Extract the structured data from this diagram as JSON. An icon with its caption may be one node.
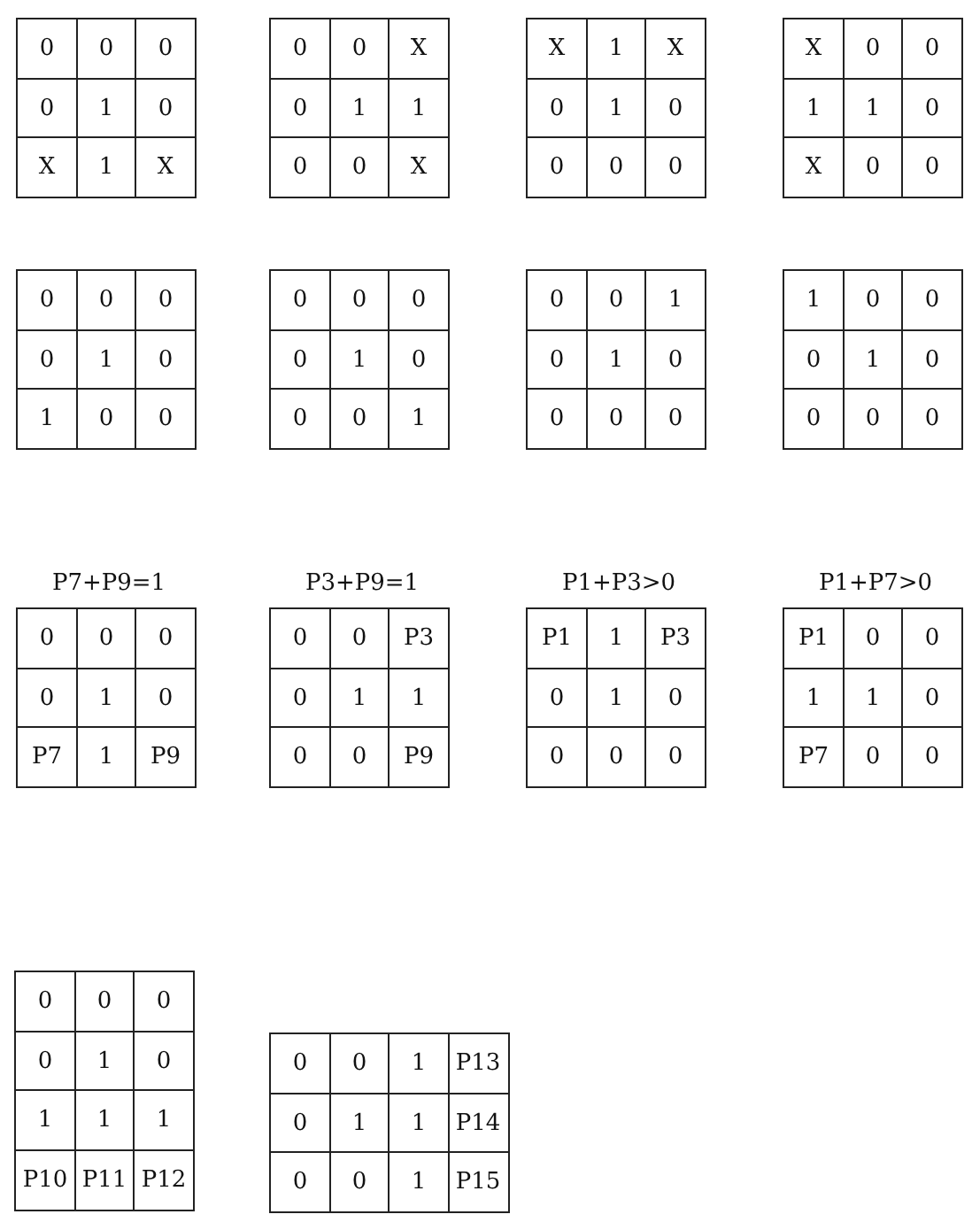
{
  "diagram": {
    "labels": [
      "0",
      "0",
      "0",
      "0",
      "1",
      "0",
      "X",
      "1",
      "X",
      "0",
      "0",
      "X",
      "0",
      "1",
      "1",
      "0",
      "0",
      "X",
      "X",
      "1",
      "X",
      "0",
      "1",
      "0",
      "0",
      "0",
      "0",
      "X",
      "0",
      "0",
      "1",
      "1",
      "0",
      "X",
      "0",
      "0",
      "0",
      "0",
      "0",
      "0",
      "1",
      "0",
      "1",
      "0",
      "0",
      "0",
      "0",
      "0",
      "0",
      "1",
      "0",
      "0",
      "0",
      "1",
      "0",
      "0",
      "1",
      "0",
      "1",
      "0",
      "0",
      "0",
      "0",
      "1",
      "0",
      "0",
      "0",
      "1",
      "0",
      "0",
      "0",
      "0",
      "P7+P9=1",
      "P3+P9=1",
      "P1+P3>0",
      "P1+P7>0",
      "0",
      "0",
      "0",
      "0",
      "1",
      "0",
      "P7",
      "1",
      "P9",
      "0",
      "0",
      "P3",
      "0",
      "1",
      "1",
      "0",
      "0",
      "P9",
      "P1",
      "1",
      "P3",
      "0",
      "1",
      "0",
      "0",
      "0",
      "0",
      "P1",
      "0",
      "0",
      "1",
      "1",
      "0",
      "P7",
      "0",
      "0",
      "0",
      "0",
      "0",
      "0",
      "1",
      "0",
      "1",
      "1",
      "1",
      "P10",
      "P11",
      "P12",
      "0",
      "0",
      "1",
      "P13",
      "0",
      "1",
      "1",
      "P14",
      "0",
      "0",
      "1",
      "P15"
    ]
  }
}
